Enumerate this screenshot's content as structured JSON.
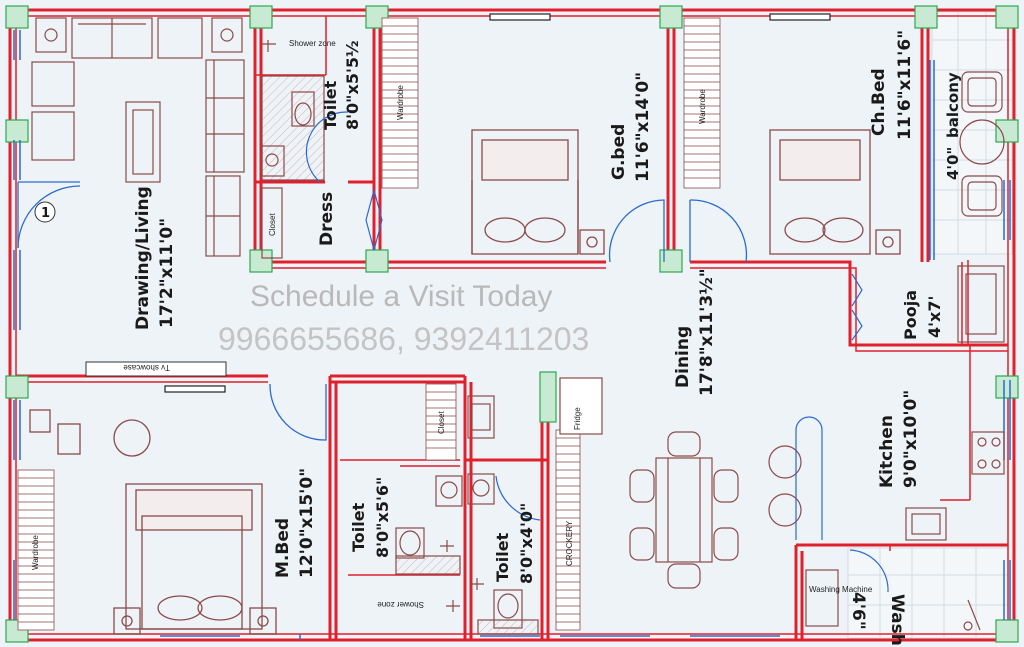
{
  "rooms": {
    "living_name": "Drawing/Living",
    "living_size": "17'2\"x11'0\"",
    "toilet1_name": "Toilet",
    "toilet1_size": "8'0\"x5'5½",
    "shower_zone_top": "Shower zone",
    "wardrobe_g": "Wardrobe",
    "gbed_name": "G.bed",
    "gbed_size": "11'6\"x14'0\"",
    "wardrobe_ch": "Wardrobe",
    "chbed_name": "Ch.Bed",
    "chbed_size": "11'6\"x11'6\"",
    "balcony_name": "balcony",
    "balcony_size": "4'0\"",
    "closet_top": "Closet",
    "dress_name": "Dress",
    "door_number": "1",
    "pooja_name": "Pooja",
    "pooja_size": "4'x7'",
    "dining_name": "Dining",
    "dining_size": "17'8\"x11'3½\"",
    "tv_showcase": "Tv showcase",
    "mbed_name": "M.Bed",
    "mbed_size": "12'0\"x15'0\"",
    "wardrobe_m": "Wardrobe",
    "toilet2_name": "Toilet",
    "toilet2_size": "8'0\"x5'6\"",
    "closet_mid": "Closet",
    "shower_zone_bottom": "Shower zone",
    "toilet3_name": "Toilet",
    "toilet3_size": "8'0\"x4'0\"",
    "fridge": "Fridge",
    "crockery": "CROCKERY",
    "kitchen_name": "Kitchen",
    "kitchen_size": "9'0\"x10'0\"",
    "wash_name": "Wash",
    "wash_size": "4'6\"",
    "washing_machine": "Washing Machine"
  },
  "watermark": {
    "line1": "Schedule a Visit Today",
    "line2": "9966655686, 9392411203"
  },
  "colors": {
    "background": "#eef3f7",
    "wall": "#e0202c",
    "furniture": "#8b4a4a",
    "column": "#2fa84f",
    "window": "#2a6bd1",
    "watermark": "#b9b9b9"
  }
}
